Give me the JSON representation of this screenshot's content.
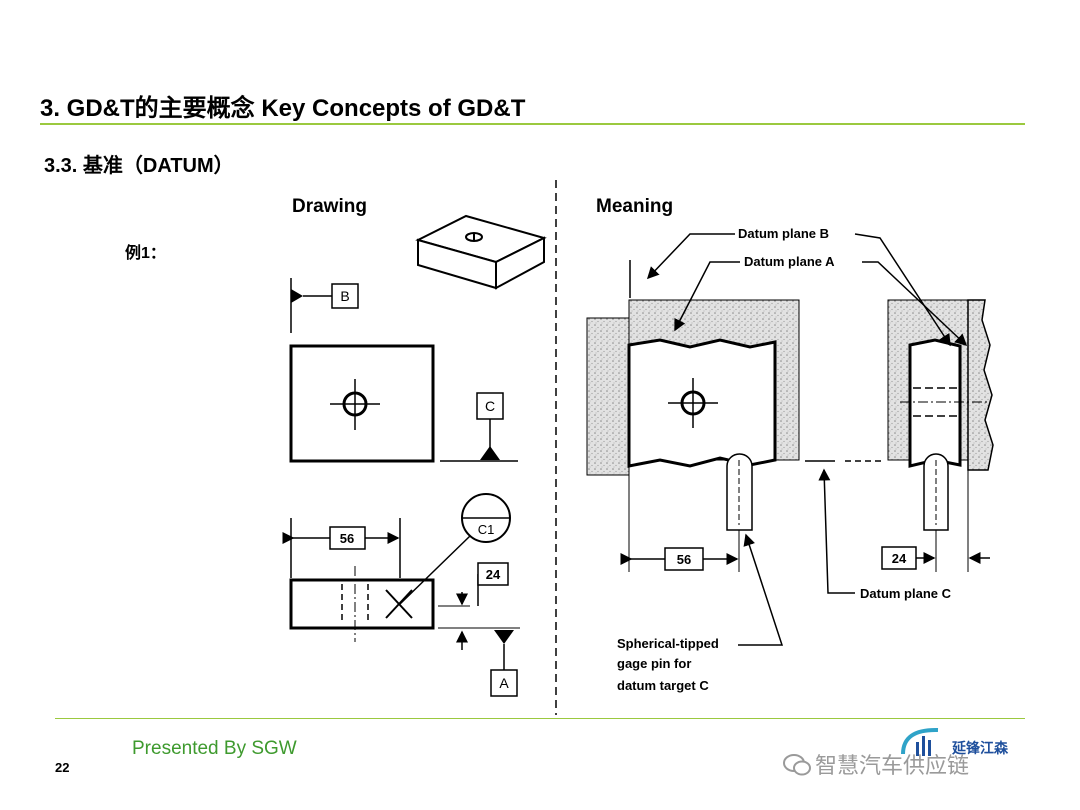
{
  "slide": {
    "title": "3. GD&T的主要概念  Key Concepts of GD&T",
    "subtitle": "3.3. 基准（DATUM）",
    "example_label": "例1：",
    "footer": {
      "presenter": "Presented By SGW",
      "page_number": "22"
    },
    "logo_text": "延锋江森",
    "watermark": "智慧汽车供应链"
  },
  "drawing": {
    "heading": "Drawing",
    "datum_b": "B",
    "datum_c": "C",
    "datum_a": "A",
    "target_c1": "C1",
    "dim_56": "56",
    "dim_24": "24"
  },
  "meaning": {
    "heading": "Meaning",
    "datum_plane_b": "Datum plane B",
    "datum_plane_a": "Datum plane A",
    "datum_plane_c": "Datum plane C",
    "dim_56": "56",
    "dim_24": "24",
    "pin_line1": "Spherical-tipped",
    "pin_line2": "gage pin for",
    "pin_line3": "datum target C"
  },
  "colors": {
    "accent_green": "#9bc93f",
    "presenter_green": "#3e9a2e",
    "logo_blue": "#1e4f9c"
  }
}
